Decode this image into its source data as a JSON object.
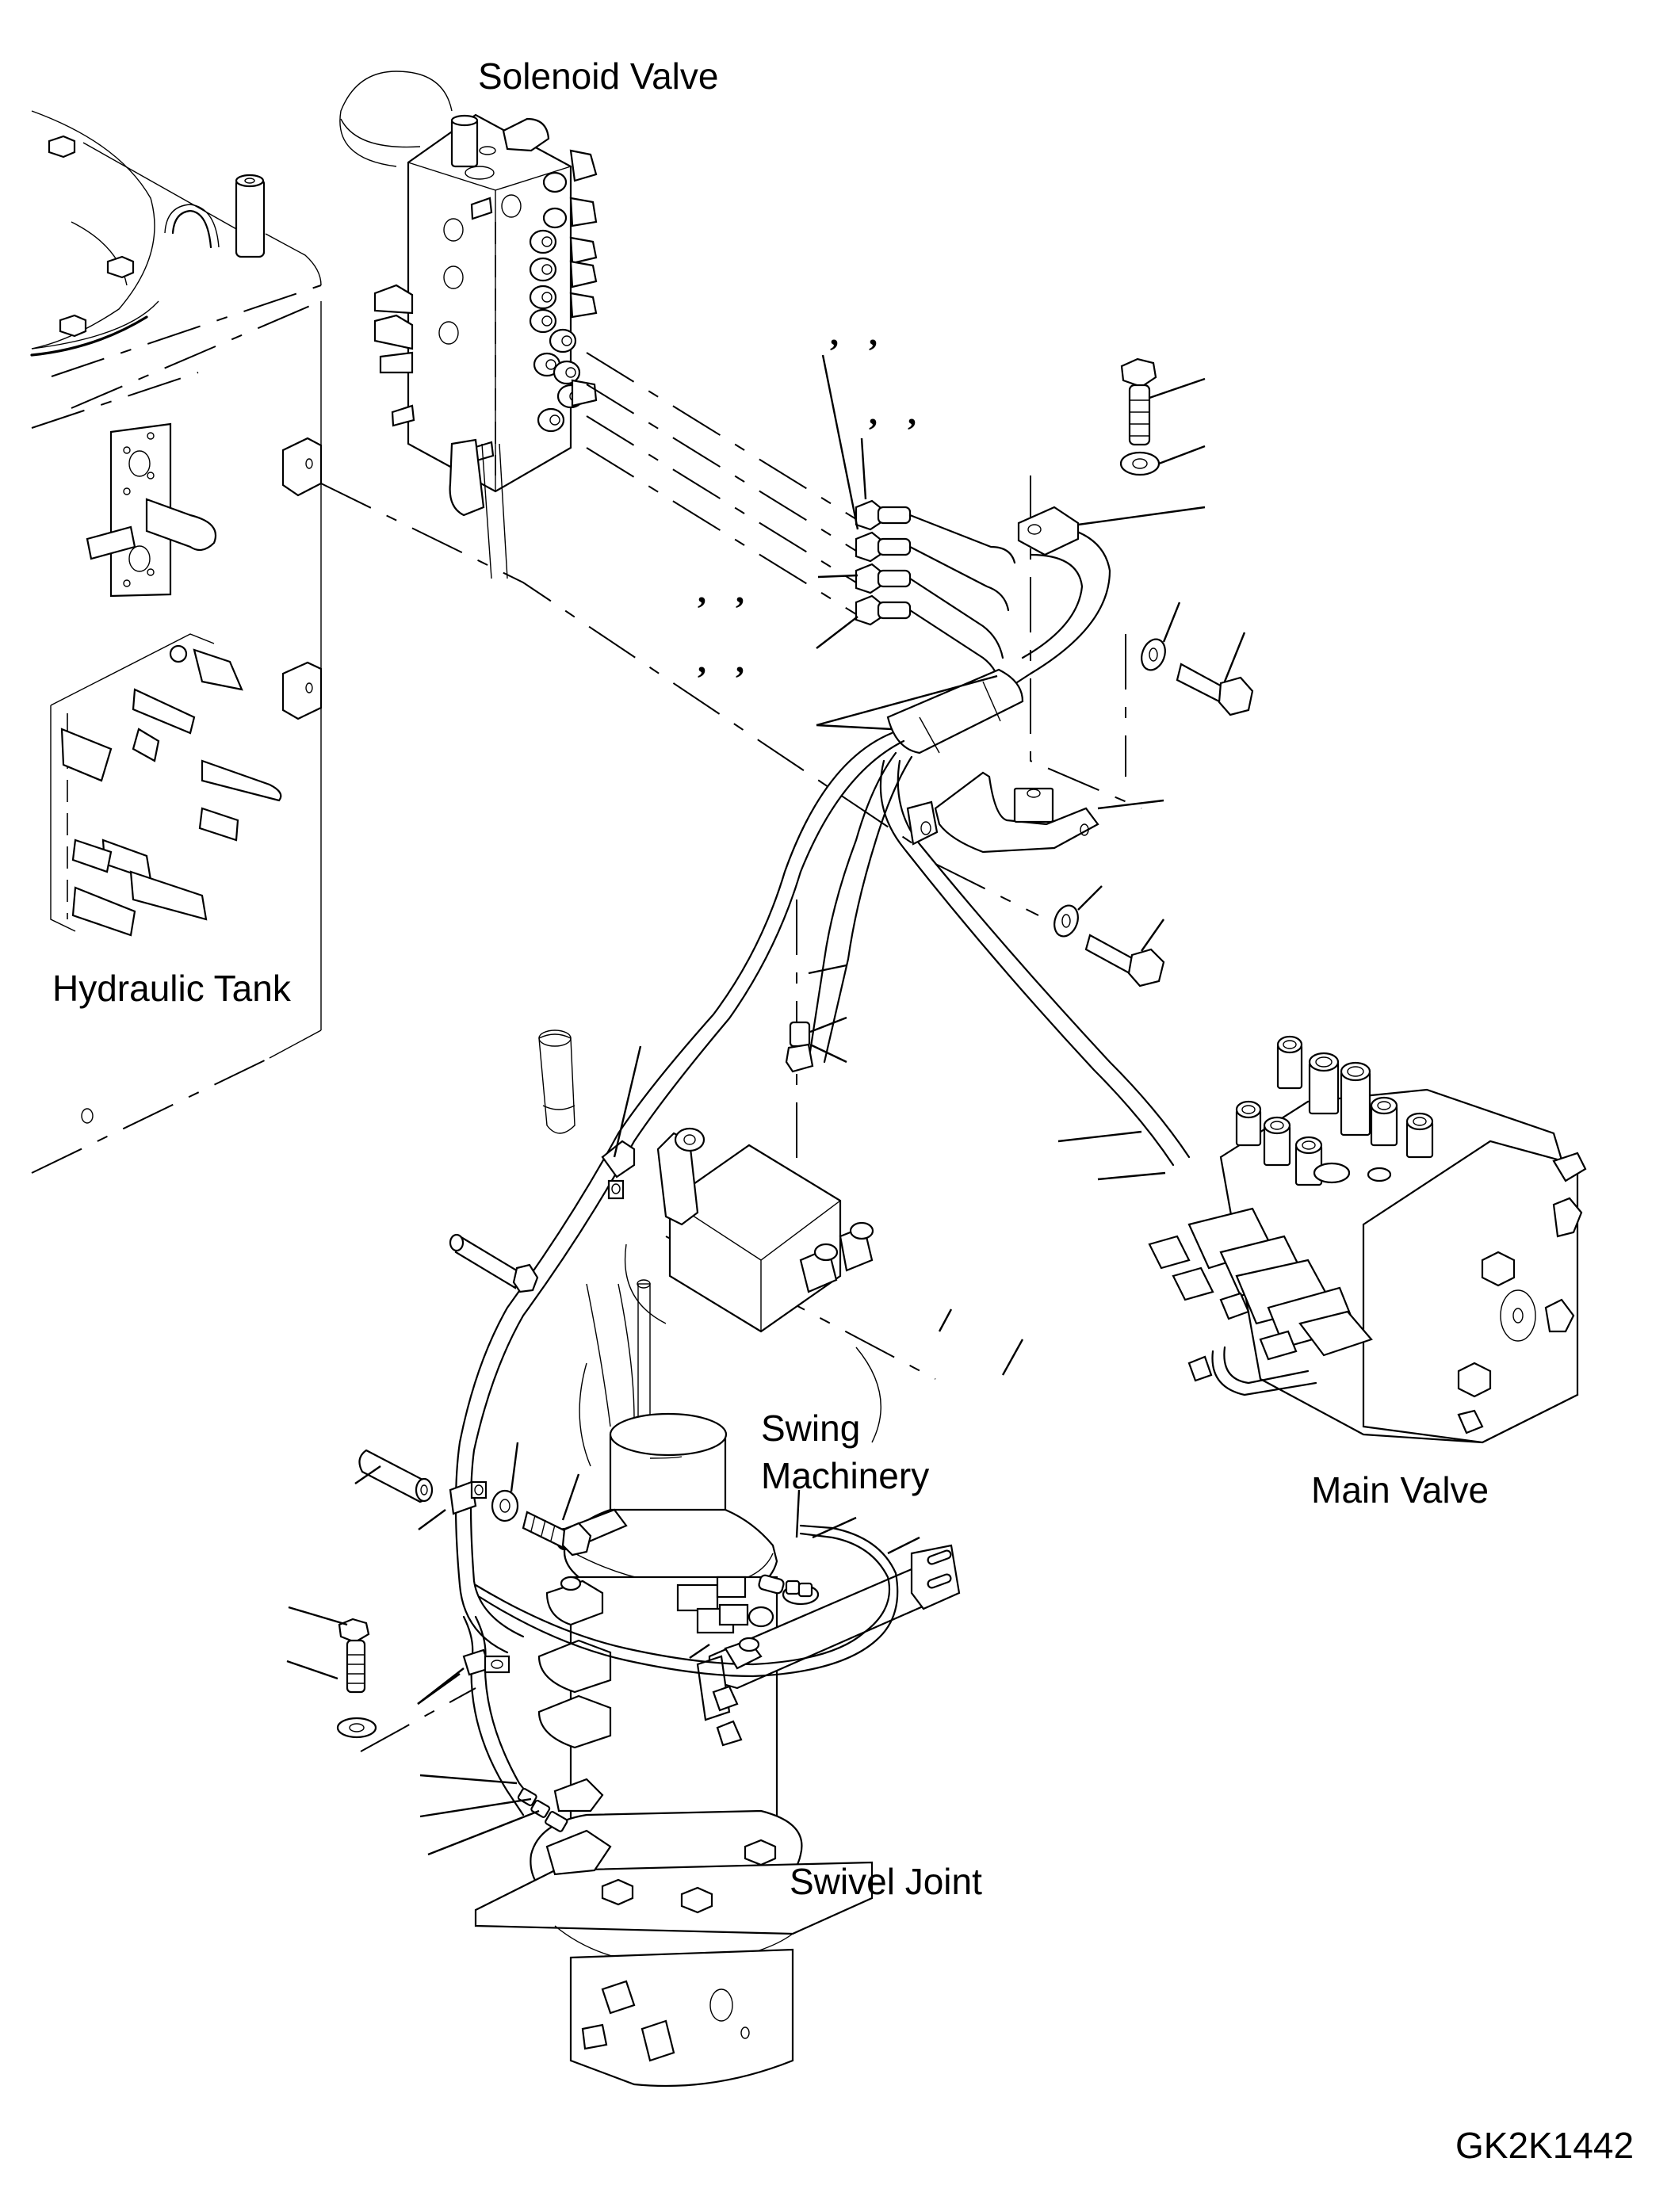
{
  "diagram": {
    "type": "exploded-parts-diagram",
    "drawing_id": "GK2K1442",
    "labels": {
      "solenoid_valve": "Solenoid Valve",
      "hydraulic_tank": "Hydraulic Tank",
      "swing_machinery_line1": "Swing",
      "swing_machinery_line2": "Machinery",
      "main_valve": "Main Valve",
      "swivel_joint": "Swivel Joint"
    },
    "callout_separators": [
      ",",
      ",",
      ",",
      ",",
      ",",
      ",",
      ",",
      ","
    ],
    "colors": {
      "line": "#000000",
      "background": "#ffffff"
    }
  }
}
